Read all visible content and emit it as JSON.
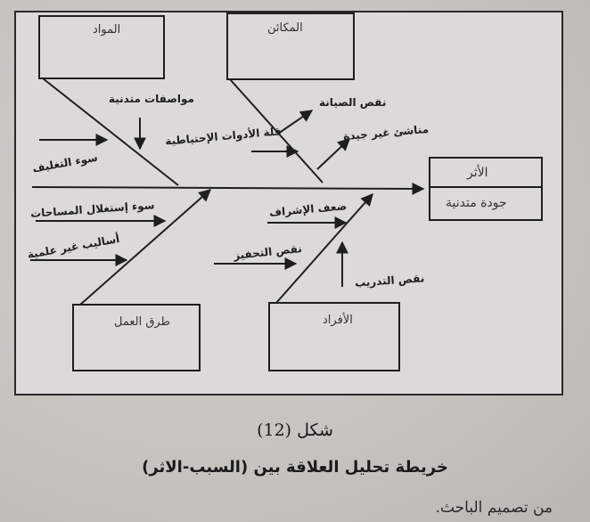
{
  "diagram": {
    "categories": {
      "materials": "المواد",
      "environment": "المكائن",
      "methods": "طرق العمل",
      "people": "الأفراد"
    },
    "effect": {
      "heading": "الأثر",
      "value": "جودة متدنية"
    },
    "causes": {
      "low_specs": "مواصفات متدنية",
      "bad_packaging": "سوء التغليف",
      "lack_tools": "قلة الأدوات الإحتياطية",
      "lack_maintenance": "نقص الصيانة",
      "bad_climate": "مناشئ غير جيدة",
      "bad_space_use": "سوء إستغلال المساحات",
      "unscientific_methods": "أساليب غير علمية",
      "weak_supervision": "ضعف الإشراف",
      "lack_motivation": "نقص التحفيز",
      "lack_training": "نقص التدريب"
    }
  },
  "caption": {
    "figure_number": "شكل (12)",
    "title": "خريطة تحليل العلاقة بين (السبب-الاثر)",
    "source": "من تصميم الباحث."
  }
}
